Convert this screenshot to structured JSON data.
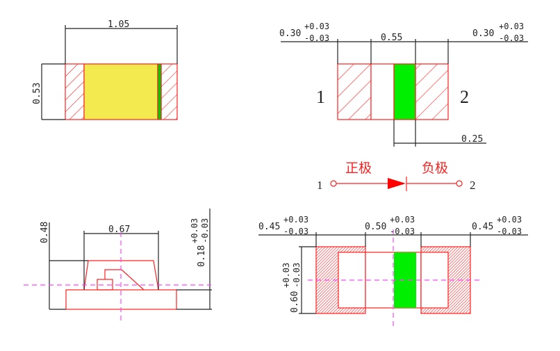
{
  "colors": {
    "outline": "#ff2020",
    "body": "#f2ea4e",
    "marker": "#00ee00",
    "centerline": "#ff44ff",
    "dimension": "#222222"
  },
  "top_view": {
    "length": "1.05",
    "width": "0.53"
  },
  "pad_layout": {
    "left_pad": "0.30",
    "right_pad": "0.30",
    "gap": "0.55",
    "marker_width": "0.25",
    "tol_plus": "+0.03",
    "tol_minus": "-0.03",
    "pin1": "1",
    "pin2": "2"
  },
  "symbol": {
    "anode_label": "正极",
    "cathode_label": "负极",
    "pin1": "1",
    "pin2": "2"
  },
  "side_view": {
    "total_height": "0.48",
    "top_width": "0.67",
    "base_height": "0.18",
    "tol_plus": "+0.03",
    "tol_minus": "-0.03"
  },
  "bottom_view": {
    "left_pad": "0.45",
    "center": "0.50",
    "right_pad": "0.45",
    "height": "0.60",
    "tol_plus": "+0.03",
    "tol_minus": "-0.03"
  }
}
